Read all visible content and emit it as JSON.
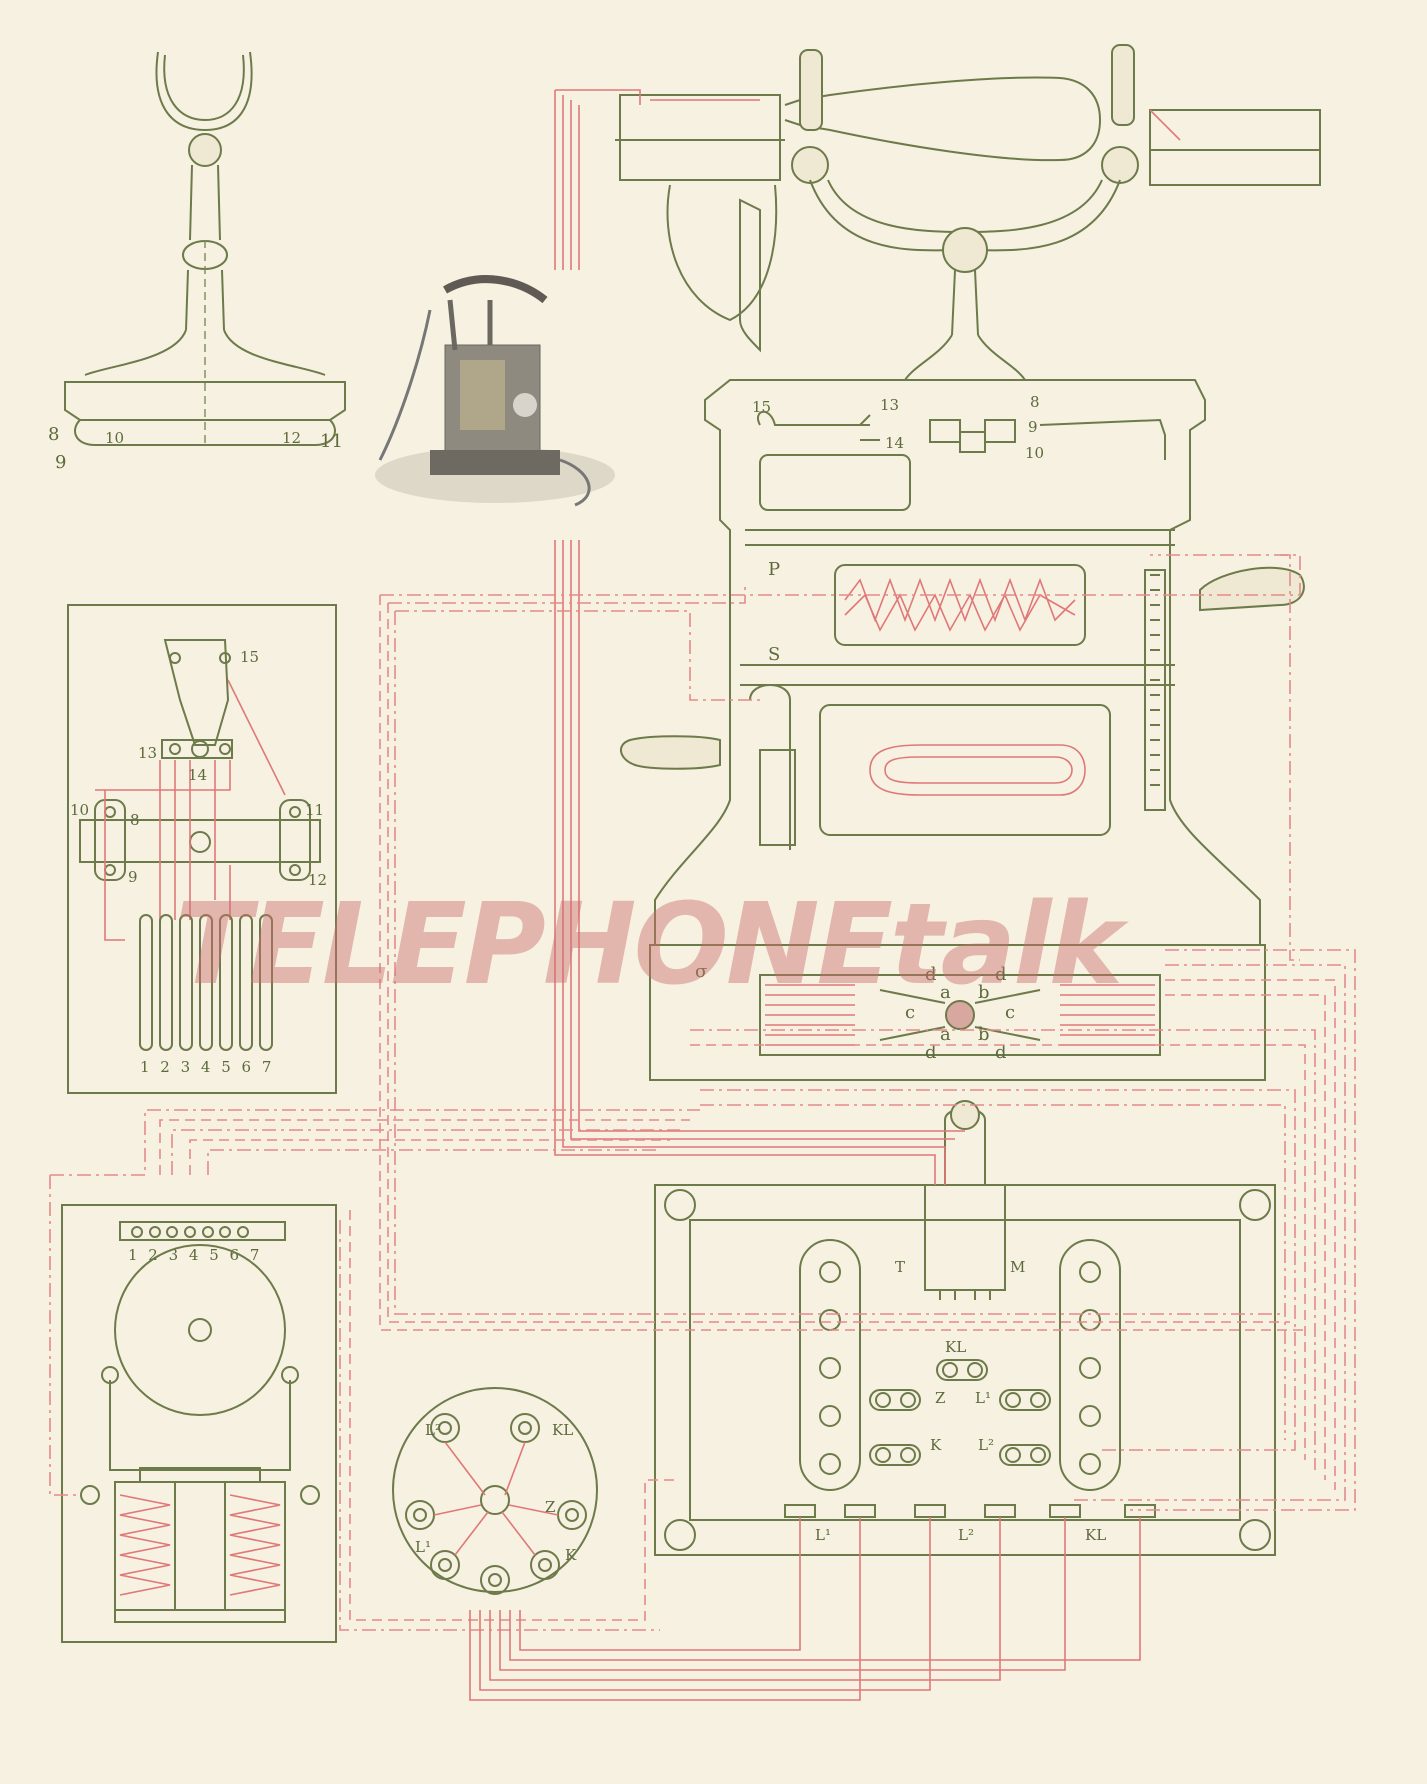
{
  "watermark": "TELEPHONEtalk",
  "labels": {
    "stand": [
      "8",
      "9",
      "10",
      "12",
      "11"
    ],
    "hook_panel": [
      "15",
      "13",
      "14",
      "10",
      "8",
      "11",
      "9",
      "12"
    ],
    "hook_panel_strip": "1 2 3 4 5 6 7",
    "bell_panel_strip": "1 2 3 4 5 6 7",
    "top_switch": [
      "15",
      "13",
      "14",
      "8",
      "9",
      "10"
    ],
    "magneto": [
      "P",
      "S"
    ],
    "commutator": [
      "σ",
      "d",
      "a",
      "c",
      "a",
      "d",
      "d",
      "b",
      "c",
      "b",
      "d"
    ],
    "terminal_board": [
      "T",
      "M",
      "KL",
      "Z",
      "L¹",
      "K",
      "L²",
      "L¹",
      "L²",
      "KL"
    ],
    "rosette": [
      "L²",
      "KL",
      "L¹",
      "Z",
      "K"
    ]
  },
  "colors": {
    "ink": "#6d7a4a",
    "wiring": "#e07878",
    "paper": "#f6f1e1",
    "watermark": "#cd6e6e"
  }
}
